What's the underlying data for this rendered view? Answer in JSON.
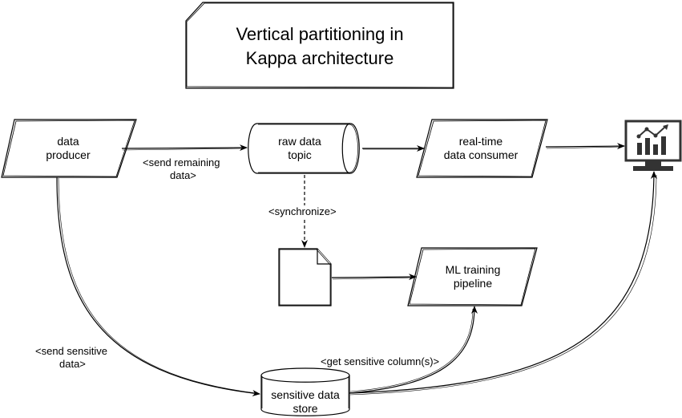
{
  "title": {
    "line1": "Vertical partitioning in",
    "line2": "Kappa architecture"
  },
  "nodes": {
    "producer": {
      "line1": "data",
      "line2": "producer"
    },
    "raw_topic": {
      "line1": "raw data",
      "line2": "topic"
    },
    "realtime_consumer": {
      "line1": "real-time",
      "line2": "data consumer"
    },
    "ml_pipeline": {
      "line1": "ML training",
      "line2": "pipeline"
    },
    "sensitive_store": {
      "line1": "sensitive data",
      "line2": "store"
    },
    "dashboard_icon": "monitor-chart-icon",
    "document_icon": "document-icon"
  },
  "edges": {
    "send_remaining": {
      "line1": "<send remaining",
      "line2": "data>"
    },
    "synchronize": "<synchronize>",
    "send_sensitive": {
      "line1": "<send sensitive",
      "line2": "data>"
    },
    "get_sensitive": "<get sensitive column(s)>"
  },
  "colors": {
    "stroke": "#000000",
    "fill": "#ffffff",
    "monitor": "#333333"
  }
}
